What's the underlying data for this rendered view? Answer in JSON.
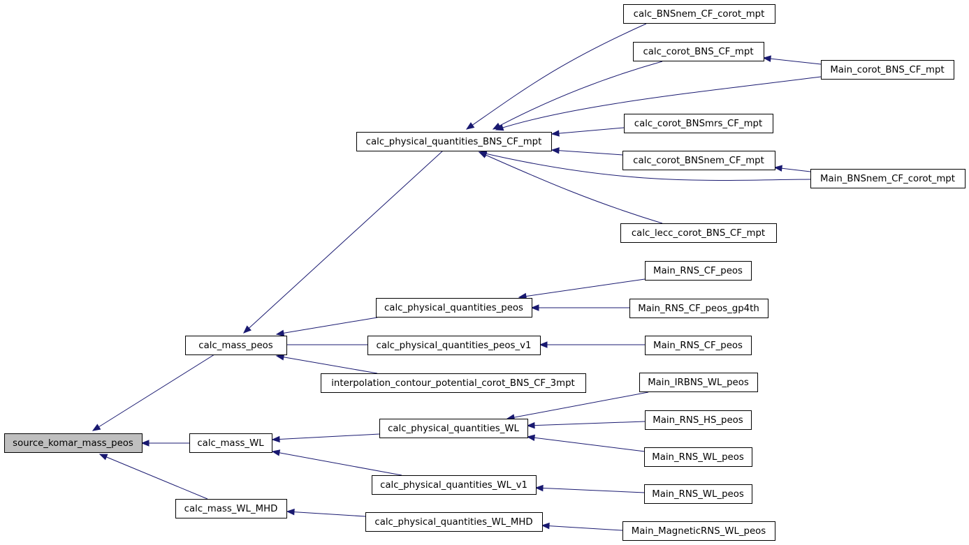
{
  "nodes": [
    {
      "id": "n0",
      "label": "source_komar_mass_peos",
      "highlight": true
    },
    {
      "id": "n1",
      "label": "calc_mass_peos"
    },
    {
      "id": "n2",
      "label": "calc_mass_WL"
    },
    {
      "id": "n3",
      "label": "calc_mass_WL_MHD"
    },
    {
      "id": "n4",
      "label": "calc_physical_quantities_BNS_CF_mpt"
    },
    {
      "id": "n5",
      "label": "calc_physical_quantities_peos"
    },
    {
      "id": "n6",
      "label": "calc_physical_quantities_peos_v1"
    },
    {
      "id": "n7",
      "label": "interpolation_contour_potential_corot_BNS_CF_3mpt"
    },
    {
      "id": "n8",
      "label": "calc_physical_quantities_WL"
    },
    {
      "id": "n9",
      "label": "calc_physical_quantities_WL_v1"
    },
    {
      "id": "n10",
      "label": "calc_physical_quantities_WL_MHD"
    },
    {
      "id": "n11",
      "label": "calc_BNSnem_CF_corot_mpt"
    },
    {
      "id": "n12",
      "label": "calc_corot_BNS_CF_mpt"
    },
    {
      "id": "n13",
      "label": "Main_corot_BNS_CF_mpt"
    },
    {
      "id": "n14",
      "label": "calc_corot_BNSmrs_CF_mpt"
    },
    {
      "id": "n15",
      "label": "calc_corot_BNSnem_CF_mpt"
    },
    {
      "id": "n16",
      "label": "Main_BNSnem_CF_corot_mpt"
    },
    {
      "id": "n17",
      "label": "calc_lecc_corot_BNS_CF_mpt"
    },
    {
      "id": "n18",
      "label": "Main_RNS_CF_peos"
    },
    {
      "id": "n19",
      "label": "Main_RNS_CF_peos_gp4th"
    },
    {
      "id": "n20",
      "label": "Main_RNS_CF_peos"
    },
    {
      "id": "n21",
      "label": "Main_IRBNS_WL_peos"
    },
    {
      "id": "n22",
      "label": "Main_RNS_HS_peos"
    },
    {
      "id": "n23",
      "label": "Main_RNS_WL_peos"
    },
    {
      "id": "n24",
      "label": "Main_RNS_WL_peos"
    },
    {
      "id": "n25",
      "label": "Main_MagneticRNS_WL_peos"
    }
  ],
  "edges": [
    {
      "from": "n1",
      "to": "n0"
    },
    {
      "from": "n2",
      "to": "n0"
    },
    {
      "from": "n3",
      "to": "n0"
    },
    {
      "from": "n4",
      "to": "n1"
    },
    {
      "from": "n5",
      "to": "n1"
    },
    {
      "from": "n6",
      "to": "n1"
    },
    {
      "from": "n7",
      "to": "n1"
    },
    {
      "from": "n8",
      "to": "n2"
    },
    {
      "from": "n9",
      "to": "n2"
    },
    {
      "from": "n10",
      "to": "n3"
    },
    {
      "from": "n11",
      "to": "n4"
    },
    {
      "from": "n12",
      "to": "n4"
    },
    {
      "from": "n13",
      "to": "n4"
    },
    {
      "from": "n14",
      "to": "n4"
    },
    {
      "from": "n15",
      "to": "n4"
    },
    {
      "from": "n16",
      "to": "n4"
    },
    {
      "from": "n17",
      "to": "n4"
    },
    {
      "from": "n13",
      "to": "n12"
    },
    {
      "from": "n16",
      "to": "n15"
    },
    {
      "from": "n18",
      "to": "n5"
    },
    {
      "from": "n19",
      "to": "n5"
    },
    {
      "from": "n20",
      "to": "n6"
    },
    {
      "from": "n21",
      "to": "n8"
    },
    {
      "from": "n22",
      "to": "n8"
    },
    {
      "from": "n23",
      "to": "n8"
    },
    {
      "from": "n24",
      "to": "n9"
    },
    {
      "from": "n25",
      "to": "n10"
    }
  ]
}
